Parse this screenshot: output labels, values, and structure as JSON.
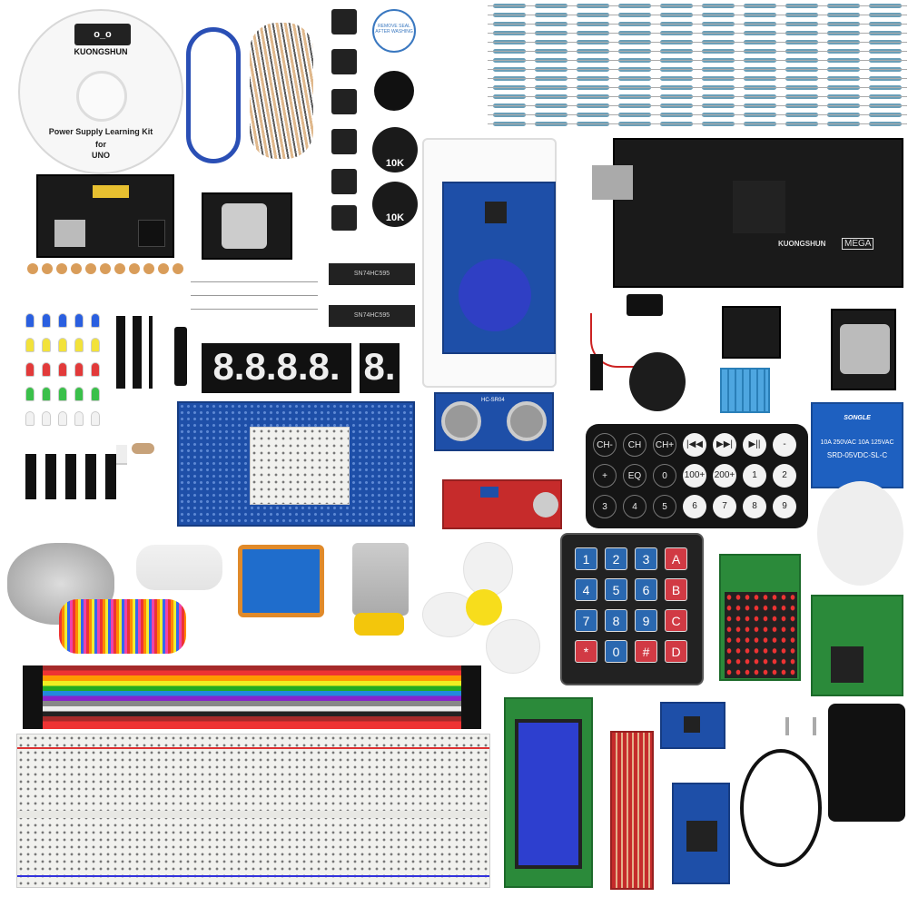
{
  "cd": {
    "brand": "KUONGSHUN",
    "title": "Power Supply Learning Kit",
    "line2": "for",
    "line3": "UNO",
    "logo": "o_o"
  },
  "potentiometers": [
    "10K",
    "10K"
  ],
  "mega": {
    "brand": "KUONGSHUN",
    "model": "MEGA"
  },
  "shift_registers": [
    "SN74HC595",
    "SN74HC595"
  ],
  "display": {
    "four_digit": "8.8.8.8.",
    "one_digit": "8."
  },
  "ultrasonic": {
    "label": "HC-SR04"
  },
  "relay": {
    "brand": "SONGLE",
    "rating": "10A 250VAC 10A 125VAC",
    "model": "SRD-05VDC-SL-C"
  },
  "keypad": {
    "keys": [
      "1",
      "2",
      "3",
      "A",
      "4",
      "5",
      "6",
      "B",
      "7",
      "8",
      "9",
      "C",
      "*",
      "0",
      "#",
      "D"
    ]
  },
  "remote": {
    "keys": [
      "CH-",
      "CH",
      "CH+",
      "|◀◀",
      "▶▶|",
      "▶||",
      "-",
      "+",
      "EQ",
      "0",
      "100+",
      "200+",
      "1",
      "2",
      "3",
      "4",
      "5",
      "6",
      "7",
      "8",
      "9"
    ]
  },
  "sticker": {
    "text": "REMOVE SEAL AFTER WASHING"
  },
  "colors": {
    "pcb_blue": "#1e4fa8",
    "pcb_black": "#1a1a1a",
    "pcb_red": "#c62b2b",
    "resistor": "#6a9fb8"
  }
}
